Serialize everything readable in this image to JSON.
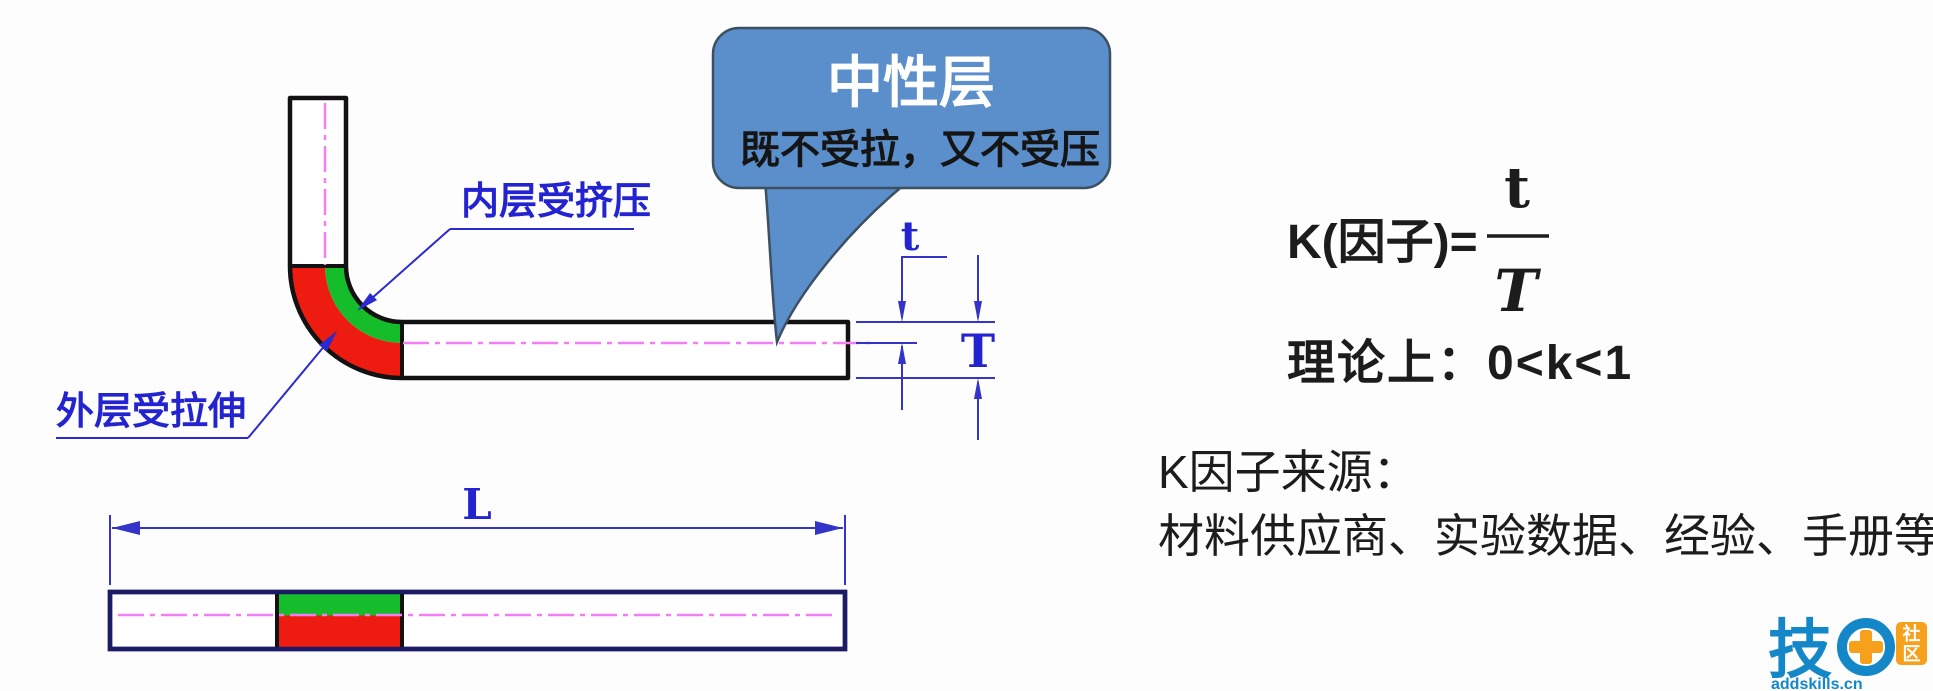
{
  "colors": {
    "background": "#fdfdfd",
    "bubble_blue": "#5b8fcb",
    "red": "#ee1b10",
    "green": "#16bd2a",
    "centerline_pink": "#f37ef3",
    "annotation_blue": "#2323cf",
    "dimension_blue": "#3434c8",
    "outline_black": "#121212",
    "strip_navy": "#1b1b66",
    "text_black": "#1c1c1c",
    "logo_blue": "#1487c9",
    "logo_orange": "#f6a01b"
  },
  "bubble": {
    "title": "中性层",
    "subtitle": "既不受拉，又不受压"
  },
  "annotations": {
    "inner_label": "内层受挤压",
    "outer_label": "外层受拉伸"
  },
  "dimensions": {
    "thickness_to_neutral": "t",
    "total_thickness": "T",
    "flat_length": "L"
  },
  "formula": {
    "lhs": "K(因子)=",
    "numerator": "t",
    "denominator": "T",
    "theory_range": "理论上：0<k<1"
  },
  "notes": {
    "heading": "K因子来源：",
    "sources": "材料供应商、实验数据、经验、手册等"
  },
  "logo": {
    "brand_char": "技",
    "badge_char_top": "社",
    "badge_char_bottom": "区",
    "site": "addskills.cn"
  }
}
